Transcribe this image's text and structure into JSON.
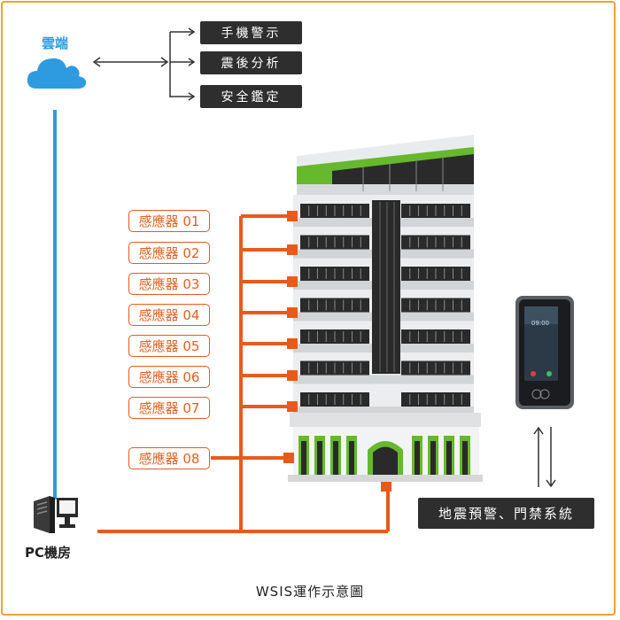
{
  "cloud": {
    "label": "雲端",
    "icon": "cloud-icon",
    "color": "#2e9be0"
  },
  "outputs": [
    "手機警示",
    "震後分析",
    "安全鑑定"
  ],
  "sensors": [
    "感應器 01",
    "感應器 02",
    "感應器 03",
    "感應器 04",
    "感應器 05",
    "感應器 06",
    "感應器 07",
    "感應器 08"
  ],
  "pc": {
    "label": "PC機房",
    "icon": "server-pc-icon"
  },
  "access": {
    "label": "地震預警、門禁系統",
    "icon": "access-panel-icon",
    "screen_time": "09:00"
  },
  "caption": "WSIS運作示意圖",
  "colors": {
    "wire": "#e85a1a",
    "cloud_line": "#2e9be0",
    "frame": "#f0a030",
    "box": "#2e2e2e"
  }
}
